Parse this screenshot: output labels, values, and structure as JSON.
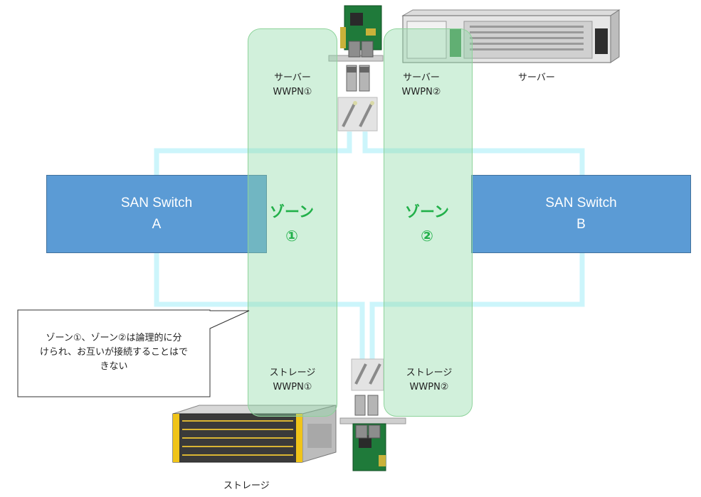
{
  "switch_a": {
    "line1": "SAN Switch",
    "line2": "A"
  },
  "switch_b": {
    "line1": "SAN Switch",
    "line2": "B"
  },
  "zone1": {
    "line1": "ゾーン",
    "line2": "①"
  },
  "zone2": {
    "line1": "ゾーン",
    "line2": "②"
  },
  "server_wwpn1": {
    "line1": "サーバー",
    "line2": "WWPN①"
  },
  "server_wwpn2": {
    "line1": "サーバー",
    "line2": "WWPN②"
  },
  "storage_wwpn1": {
    "line1": "ストレージ",
    "line2": "WWPN①"
  },
  "storage_wwpn2": {
    "line1": "ストレージ",
    "line2": "WWPN②"
  },
  "server_caption": "サーバー",
  "storage_caption": "ストレージ",
  "callout": {
    "line1": "ゾーン①、ゾーン②は論理的に分",
    "line2": "けられ、お互いが接続することはで",
    "line3": "きない"
  },
  "colors": {
    "switch": "#5b9bd5",
    "zone_fill": "#c6ecd0",
    "zone_label": "#22b04a",
    "cable": "#ccf5fb"
  }
}
